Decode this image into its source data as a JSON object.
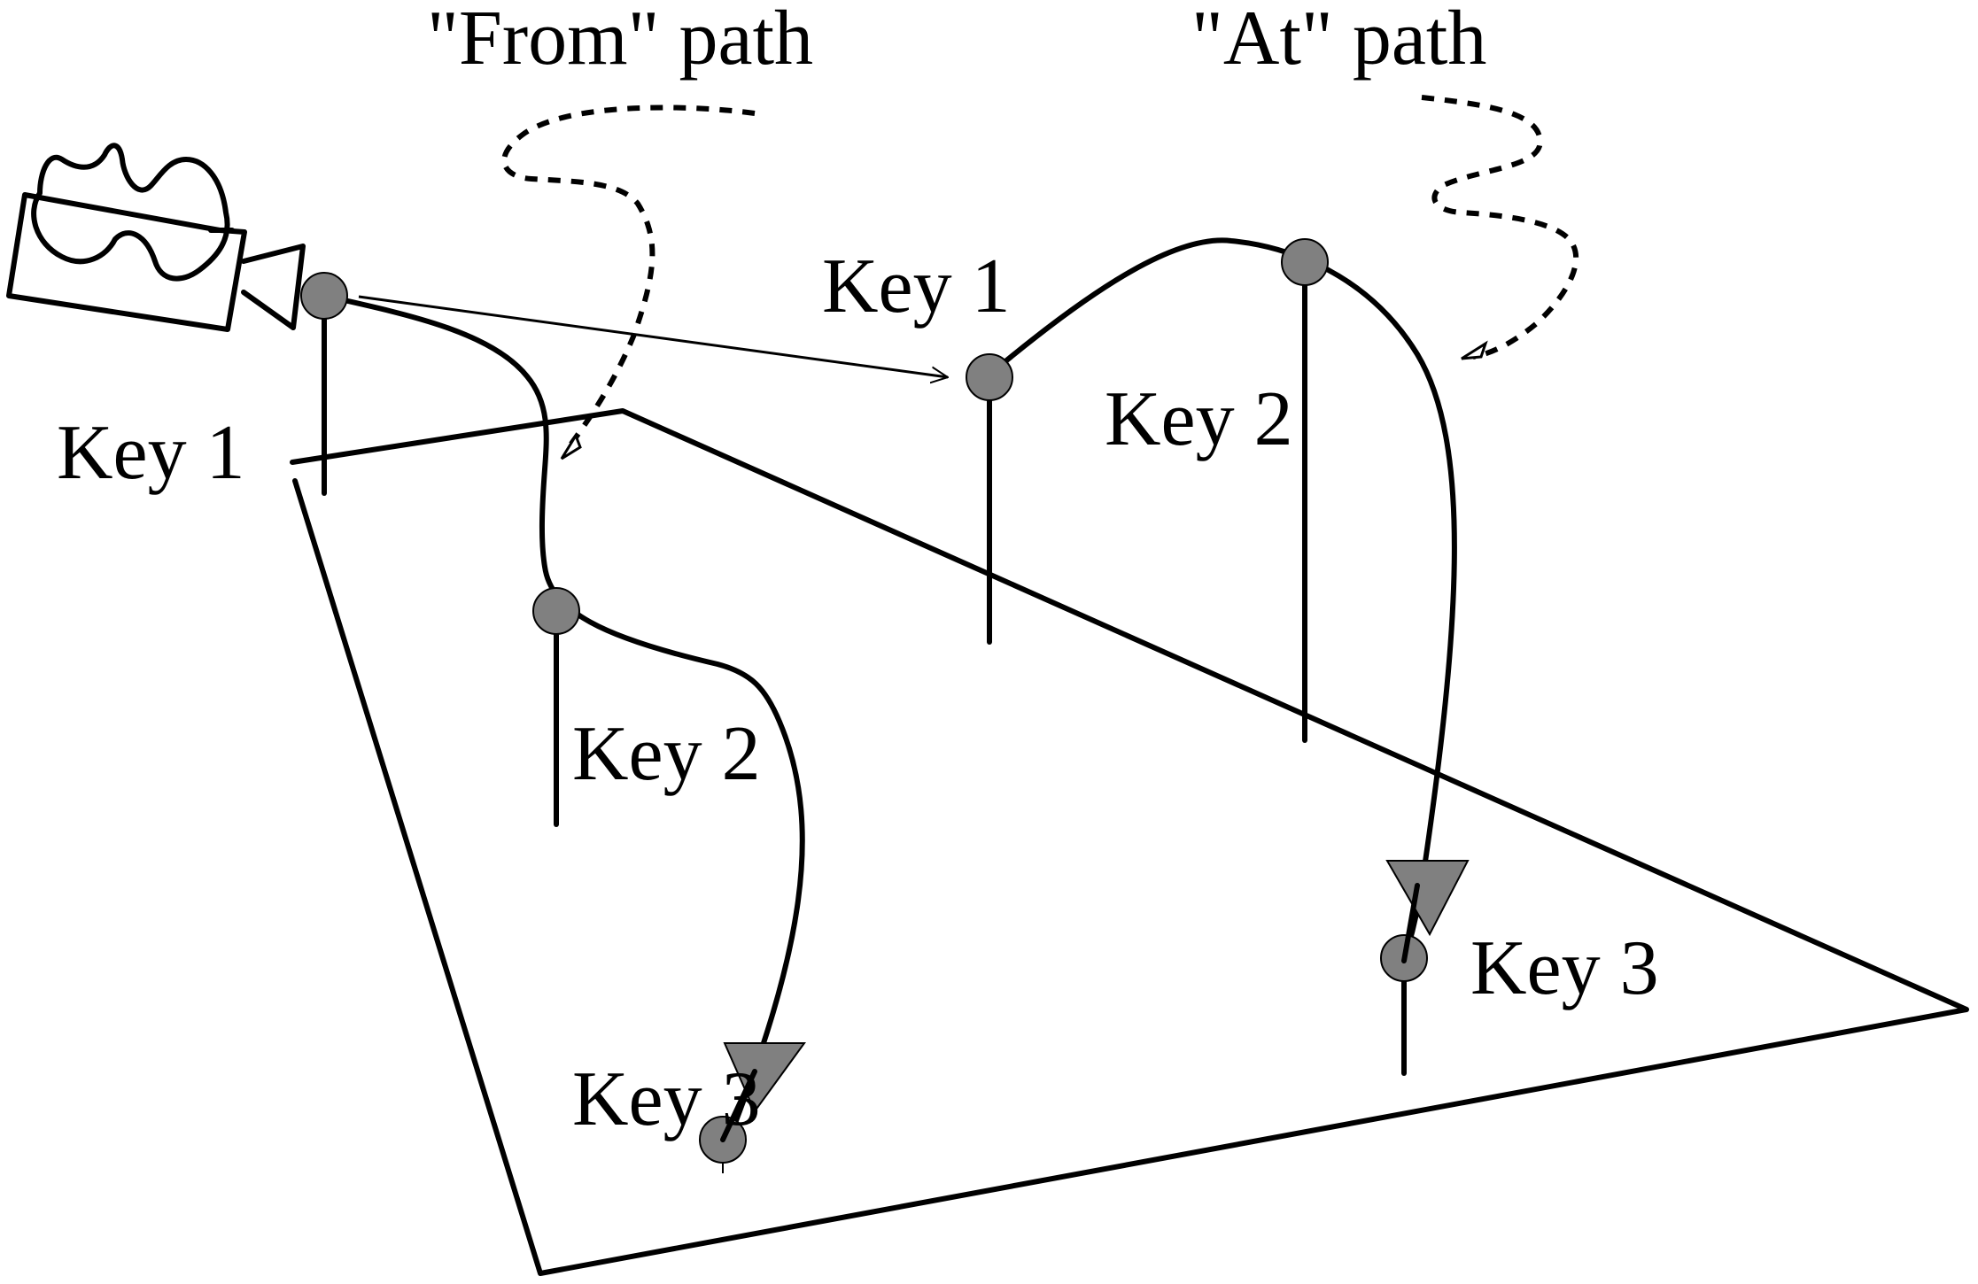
{
  "labels": {
    "from_path": "\"From\" path",
    "at_path": "\"At\" path",
    "from_key1": "Key 1",
    "from_key2": "Key 2",
    "from_key3": "Key 3",
    "at_key1": "Key 1",
    "at_key2": "Key 2",
    "at_key3": "Key 3"
  },
  "colors": {
    "line": "#000000",
    "key_fill": "#808080",
    "background": "#ffffff"
  },
  "icons": {
    "camera": "camera-icon"
  }
}
